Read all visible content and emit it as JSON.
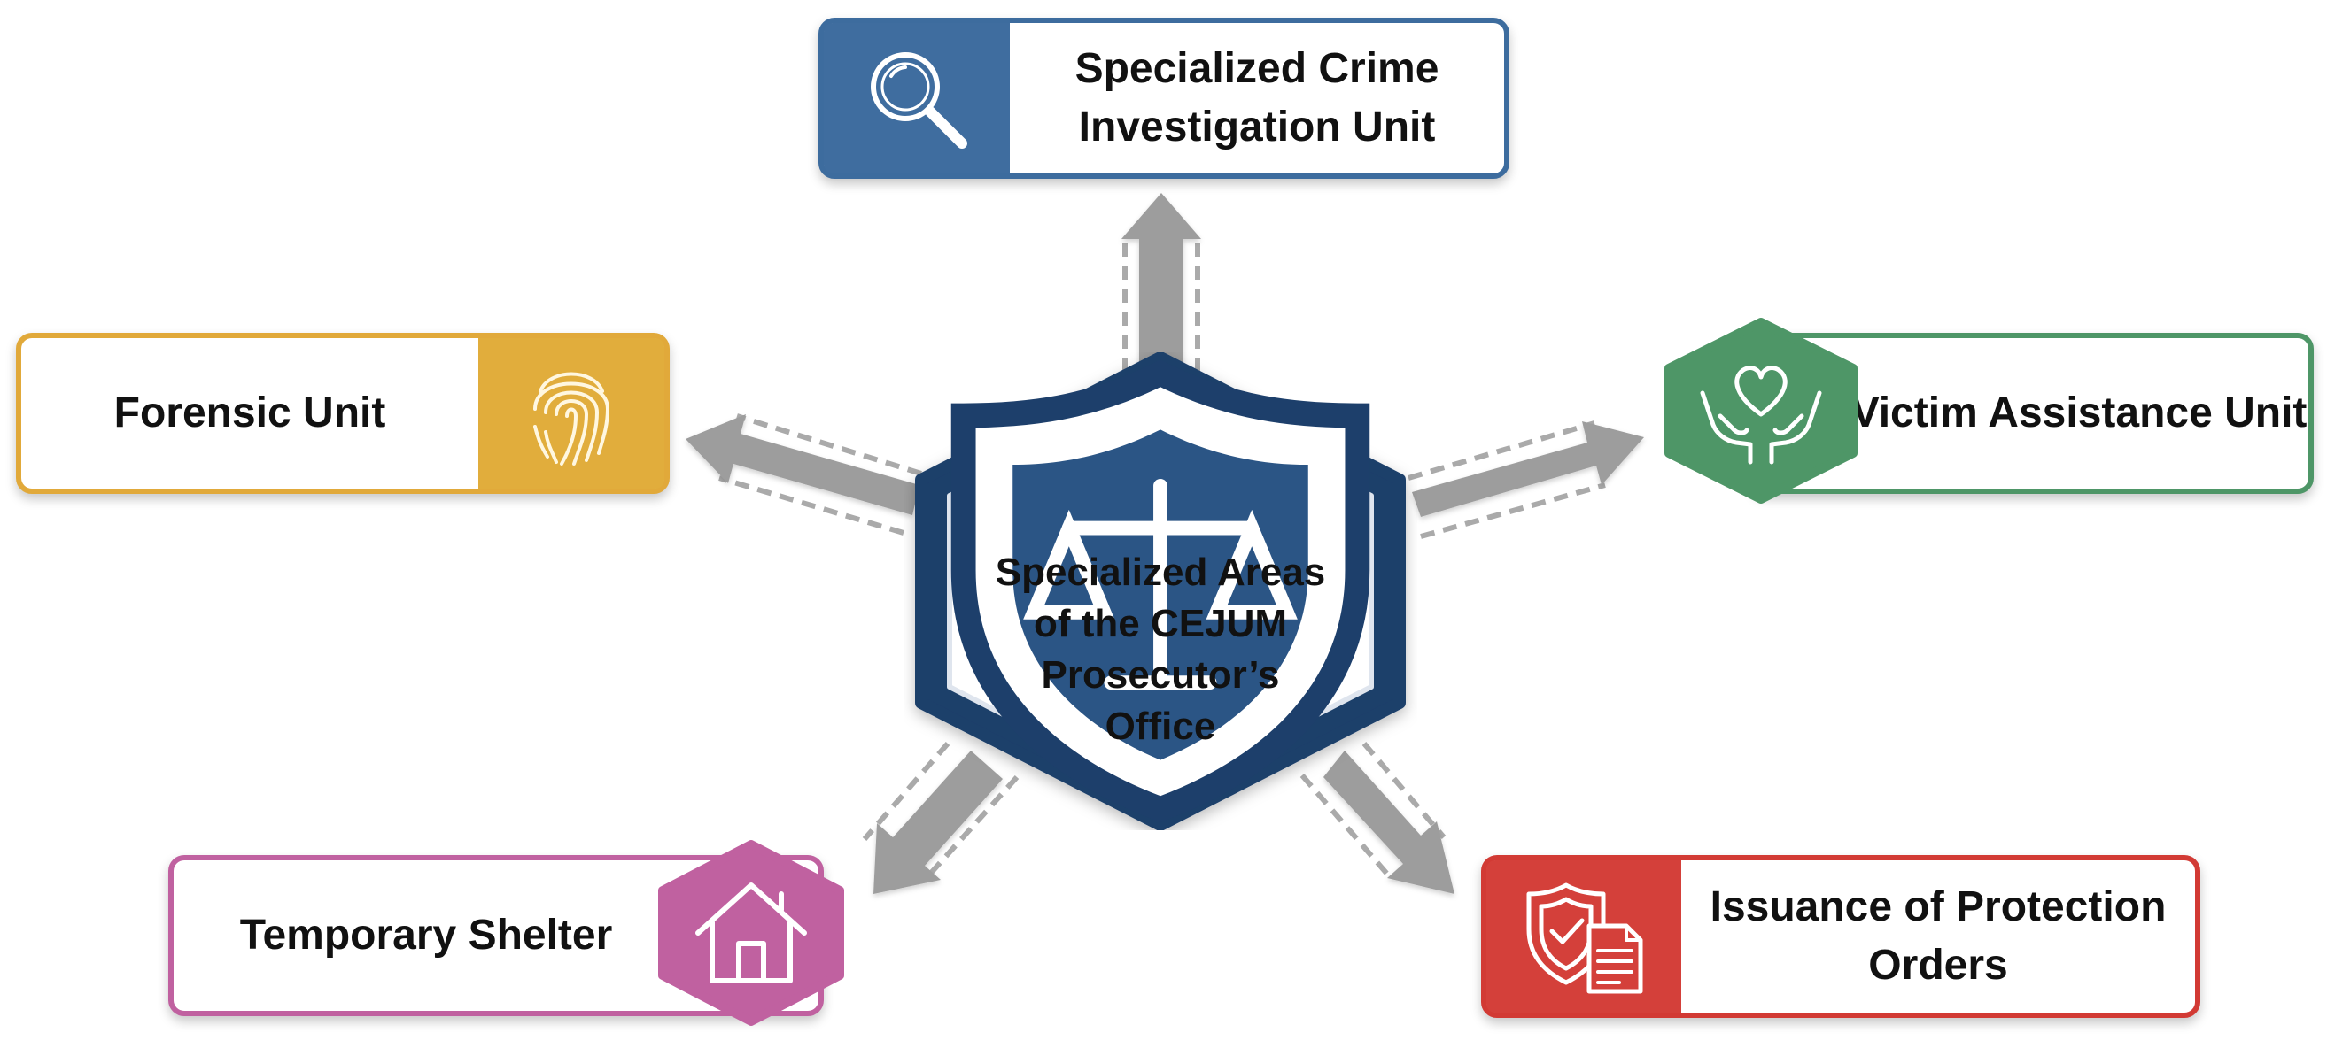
{
  "hub": {
    "title": "Specialized Areas of the CEJUM Prosecutor’s Office",
    "icon": "shield-scales-icon",
    "color": "#1d3f6b"
  },
  "units": {
    "crime_investigation": {
      "label": "Specialized Crime Investigation Unit",
      "icon": "magnifier-icon",
      "color": "#3f6d9f"
    },
    "forensic": {
      "label": "Forensic Unit",
      "icon": "fingerprint-icon",
      "color": "#e1ad3c"
    },
    "victim_assistance": {
      "label": "Victim Assistance Unit",
      "icon": "hands-heart-icon",
      "color": "#4e9667"
    },
    "temporary_shelter": {
      "label": "Temporary Shelter",
      "icon": "house-icon",
      "color": "#c061a0"
    },
    "protection_orders": {
      "label": "Issuance of Protection Orders",
      "icon": "shield-document-icon",
      "color": "#d4403a"
    }
  }
}
